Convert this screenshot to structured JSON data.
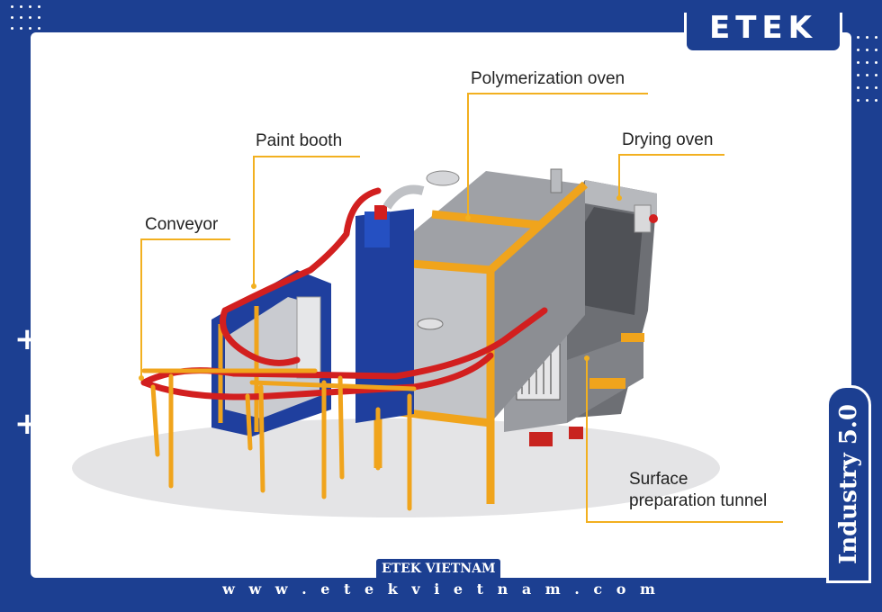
{
  "brand": {
    "logo_text": "ETEK",
    "badge": "Industry 5.0",
    "company": "ETEK VIETNAM",
    "website": "w w w . e t e k v i e t n a m . c o m"
  },
  "labels": {
    "polymerization_oven": "Polymerization oven",
    "drying_oven": "Drying oven",
    "paint_booth": "Paint booth",
    "conveyor": "Conveyor",
    "surface_line1": "Surface",
    "surface_line2": "preparation tunnel"
  },
  "colors": {
    "frame": "#1c3f91",
    "leader": "#f2b020",
    "conveyor": "#d21f1f",
    "frame_orange": "#f0a41c",
    "booth_blue": "#1f3f9e",
    "steel": "#8b8d92"
  }
}
